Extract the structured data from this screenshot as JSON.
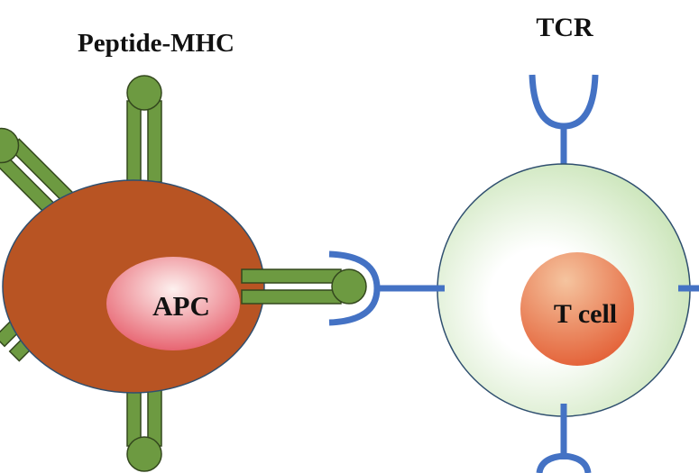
{
  "labels": {
    "peptide_mhc": "Peptide-MHC",
    "tcr": "TCR",
    "apc": "APC",
    "t_cell": "T cell"
  },
  "colors": {
    "apc_body": "#b85423",
    "apc_nucleus_outer": "#e65a68",
    "apc_nucleus_inner": "#fdf1ef",
    "mhc_green": "#6d9a41",
    "mhc_outline": "#34481e",
    "tcr_blue": "#4472c4",
    "tcell_body_center": "#ffffff",
    "tcell_body_edge": "#c9e4b7",
    "tcell_outline": "#2f4f6f",
    "tcell_nucleus_light": "#f5c49f",
    "tcell_nucleus_dark": "#e2582e",
    "text": "#111111"
  },
  "icons": {
    "mhc": "y-shaped-receptor-with-ball",
    "tcr": "u-shaped-receptor"
  }
}
